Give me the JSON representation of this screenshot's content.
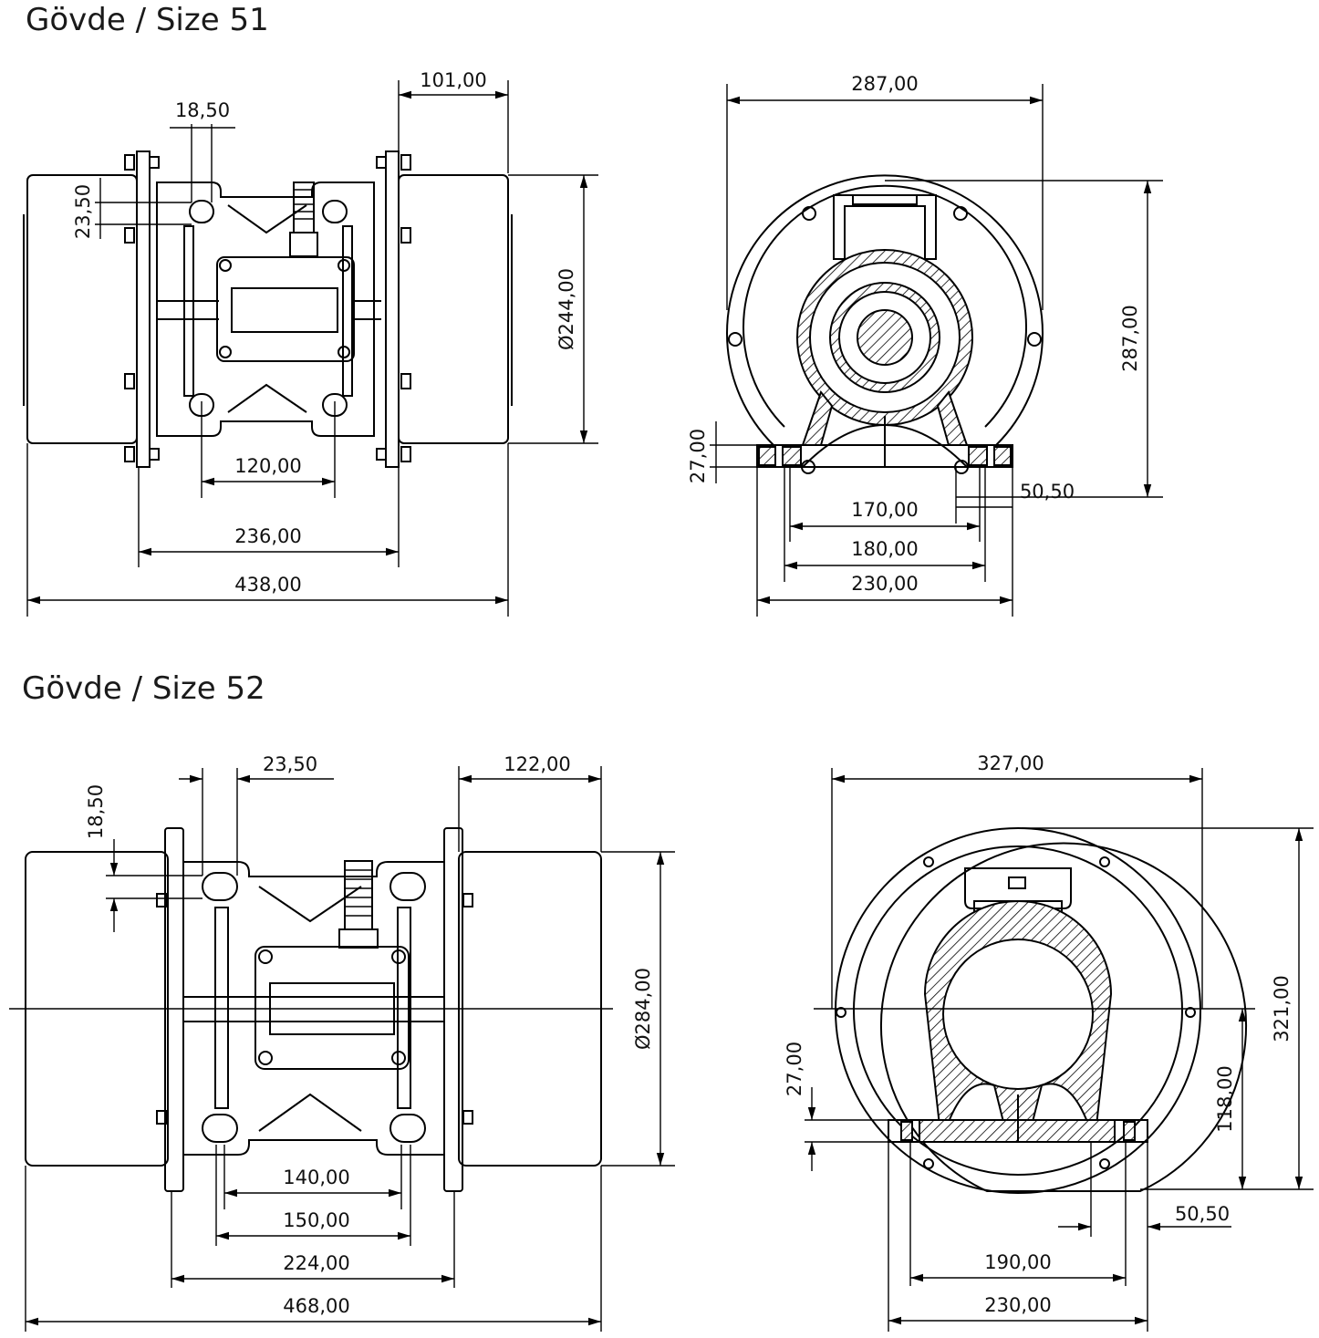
{
  "titles": {
    "size51": "Gövde / Size 51",
    "size52": "Gövde / Size 52"
  },
  "size51": {
    "side": {
      "d101": "101,00",
      "d18_50": "18,50",
      "d23_50": "23,50",
      "d244": "Ø244,00",
      "d120": "120,00",
      "d236": "236,00",
      "d438": "438,00"
    },
    "front": {
      "d287w": "287,00",
      "d287h": "287,00",
      "d27": "27,00",
      "d50_50": "50,50",
      "d170": "170,00",
      "d180": "180,00",
      "d230": "230,00"
    }
  },
  "size52": {
    "side": {
      "d23_50": "23,50",
      "d122": "122,00",
      "d18_50": "18,50",
      "d284": "Ø284,00",
      "d140": "140,00",
      "d150": "150,00",
      "d224": "224,00",
      "d468": "468,00"
    },
    "front": {
      "d327": "327,00",
      "d321": "321,00",
      "d27": "27,00",
      "d118": "118,00",
      "d50_50": "50,50",
      "d190": "190,00",
      "d230": "230,00"
    }
  }
}
